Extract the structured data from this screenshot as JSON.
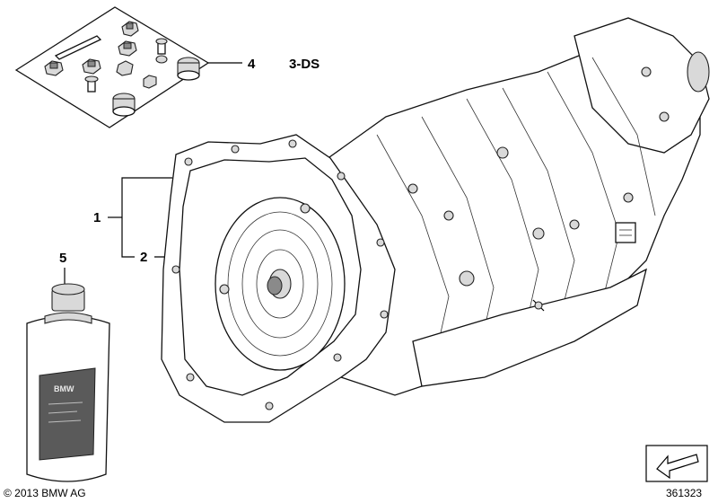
{
  "labels": {
    "part1": "1",
    "part2": "2",
    "part4": "4",
    "part5": "5",
    "variant": "3-DS"
  },
  "footer": {
    "copyright": "© 2013 BMW AG",
    "diagram_number": "361323"
  },
  "bottle_label": "BMW"
}
